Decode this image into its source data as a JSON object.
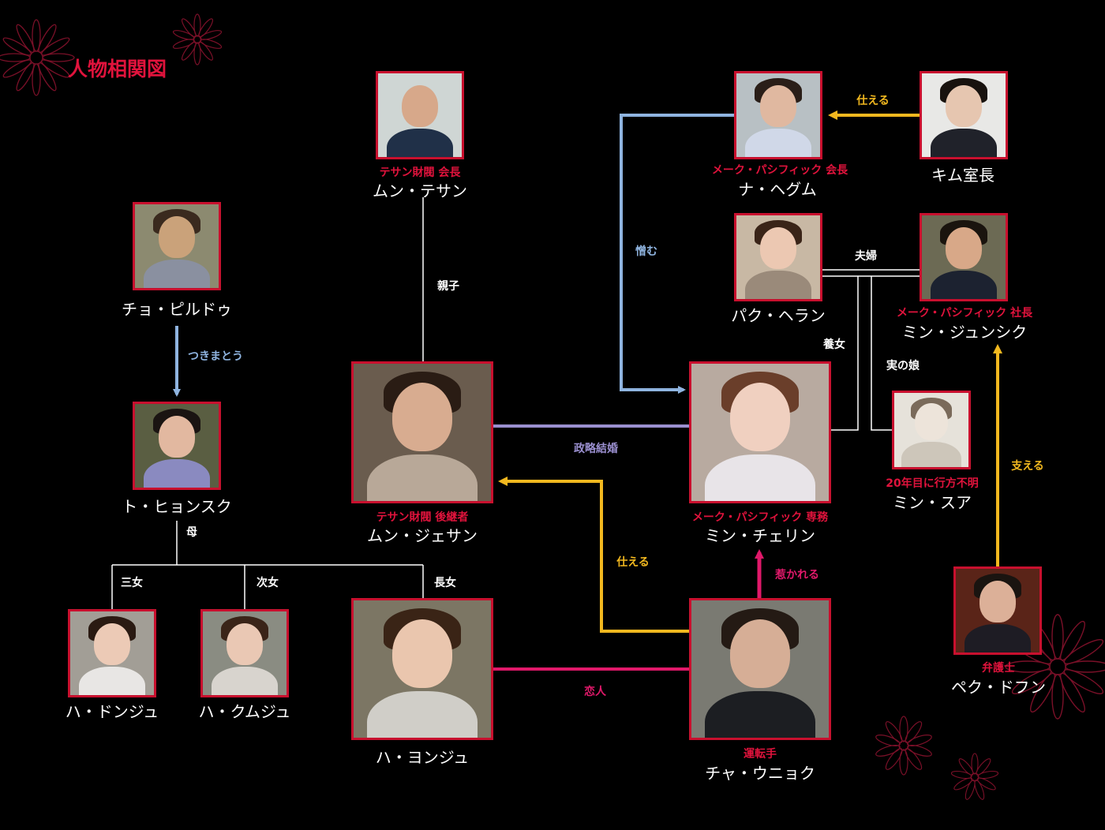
{
  "title": "人物相関図",
  "colors": {
    "red": "#c8102e",
    "blue": "#8fb4e0",
    "yellow": "#f2b81f",
    "purple": "#9a8fcf",
    "pink": "#e0196a",
    "white": "#ffffff"
  },
  "characters": {
    "mun_taesan": {
      "role": "テサン財閥 会長",
      "name": "ムン・テサン"
    },
    "cho_pildu": {
      "role": "",
      "name": "チョ・ピルドゥ"
    },
    "to_hyonsuku": {
      "role": "",
      "name": "ト・ヒョンスク"
    },
    "mun_jesan": {
      "role": "テサン財閥 後継者",
      "name": "ムン・ジェサン"
    },
    "na_hegumu": {
      "role": "メーク・パシフィック 会長",
      "name": "ナ・ヘグム"
    },
    "kim_shitsucho": {
      "role": "",
      "name": "キム室長"
    },
    "paku_heran": {
      "role": "",
      "name": "パク・ヘラン"
    },
    "min_junshiku": {
      "role": "メーク・パシフィック 社長",
      "name": "ミン・ジュンシク"
    },
    "min_cherin": {
      "role": "メーク・パシフィック 専務",
      "name": "ミン・チェリン"
    },
    "min_sua": {
      "role": "20年目に行方不明",
      "name": "ミン・スア"
    },
    "peku_dofun": {
      "role": "弁護士",
      "name": "ペク・ドフン"
    },
    "cha_unyoku": {
      "role": "運転手",
      "name": "チャ・ウニョク"
    },
    "ha_yonju": {
      "role": "",
      "name": "ハ・ヨンジュ"
    },
    "ha_kumuju": {
      "role": "",
      "name": "ハ・クムジュ"
    },
    "ha_donju": {
      "role": "",
      "name": "ハ・ドンジュ"
    }
  },
  "relations": {
    "oyako": "親子",
    "tsukimatou": "つきまとう",
    "haha": "母",
    "sanjo": "三女",
    "jijo": "次女",
    "chojo": "長女",
    "nikumu": "憎む",
    "tsukaeru_kim": "仕える",
    "fuufu": "夫婦",
    "youjo": "養女",
    "jitsunomusume": "実の娘",
    "seiryaku": "政略結婚",
    "tsukaeru_cha": "仕える",
    "hikareru": "惹かれる",
    "sasaeru": "支える",
    "koibito": "恋人"
  }
}
